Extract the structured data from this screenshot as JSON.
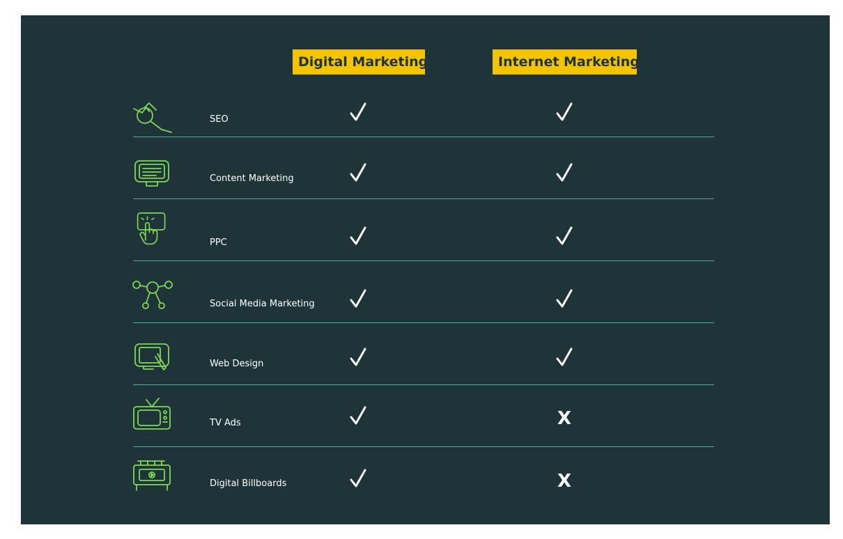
{
  "headers": {
    "digital": "Digital Marketing",
    "internet": "Internet Marketing"
  },
  "colors": {
    "background": "#1f3439",
    "header_bg": "#f5c400",
    "icon_stroke": "#7ed957",
    "divider": "#4bb0a8",
    "text": "#ffffff"
  },
  "rows": [
    {
      "label": "SEO",
      "icon": "seo-search-chart-icon",
      "digital": "check",
      "internet": "check"
    },
    {
      "label": "Content Marketing",
      "icon": "content-monitor-icon",
      "digital": "check",
      "internet": "check"
    },
    {
      "label": "PPC",
      "icon": "ppc-click-hand-icon",
      "digital": "check",
      "internet": "check"
    },
    {
      "label": "Social Media Marketing",
      "icon": "social-network-icon",
      "digital": "check",
      "internet": "check"
    },
    {
      "label": "Web Design",
      "icon": "web-design-tablet-icon",
      "digital": "check",
      "internet": "check"
    },
    {
      "label": "TV Ads",
      "icon": "tv-icon",
      "digital": "check",
      "internet": "X"
    },
    {
      "label": "Digital Billboards",
      "icon": "billboard-icon",
      "digital": "check",
      "internet": "X"
    }
  ]
}
